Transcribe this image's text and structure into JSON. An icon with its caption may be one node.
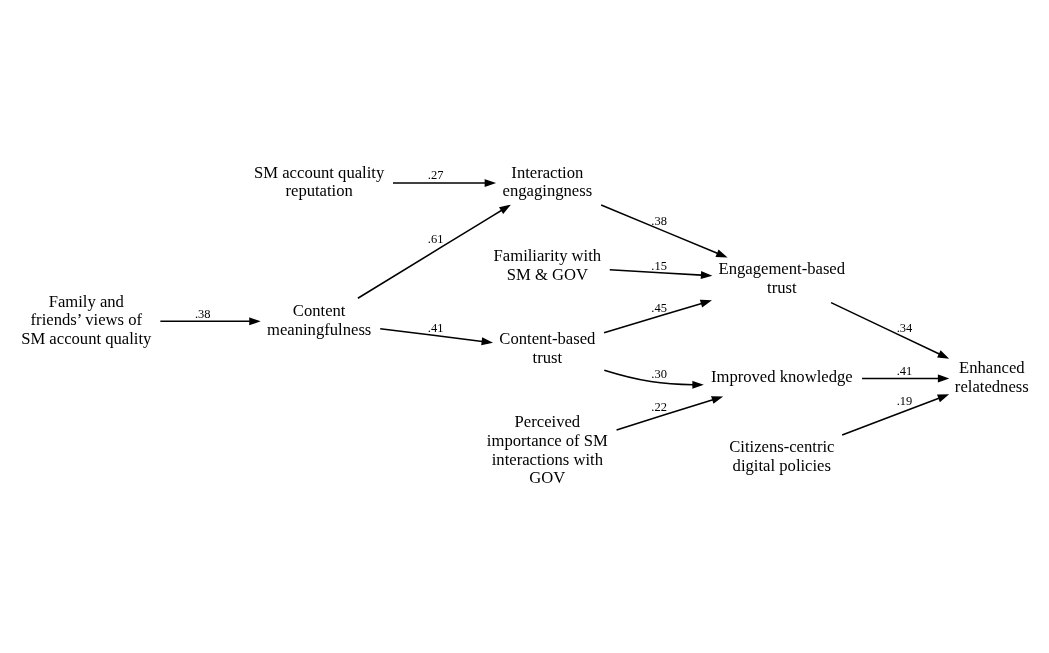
{
  "diagram": {
    "nodes": [
      {
        "text": [
          "Family and friends’ views of SM account quality"
        ]
      },
      {
        "text": [
          "Perceived importance of SM interactions with GOV"
        ]
      },
      {
        "text": [
          "Content meaningfulness"
        ]
      },
      {
        "text": [
          "Content-based trust"
        ]
      },
      {
        "text": [
          "Improved knowledge"
        ]
      },
      {
        "text": [
          "Interaction engagingness"
        ]
      },
      {
        "text": [
          "Engagement-based trust"
        ]
      },
      {
        "text": [
          "Enhanced relatedness"
        ]
      },
      {
        "text": [
          "SM account quality reputation"
        ]
      },
      {
        "text": [
          "Familiarity with SM & GOV"
        ]
      },
      {
        "text": [
          "Citizens-centric digital policies"
        ]
      }
    ],
    "edges": [
      {
        "from": 0,
        "to": 2,
        "arrow": "to",
        "label": ".38"
      },
      {
        "from": 1,
        "to": 4,
        "arrow": "to",
        "label": ".22"
      },
      {
        "from": 2,
        "to": 3,
        "arrow": "to",
        "label": ".41"
      },
      {
        "from": 3,
        "to": 4,
        "arrow": "to",
        "label": ".30"
      },
      {
        "from": 2,
        "to": 5,
        "arrow": "to",
        "label": ".61"
      },
      {
        "from": 3,
        "to": 6,
        "arrow": "to",
        "label": ".45"
      },
      {
        "from": 4,
        "to": 7,
        "arrow": "to",
        "label": ".41"
      },
      {
        "from": 5,
        "to": 6,
        "arrow": "to",
        "label": ".38"
      },
      {
        "from": 6,
        "to": 7,
        "arrow": "to",
        "label": ".34"
      },
      {
        "from": 8,
        "to": 5,
        "arrow": "to",
        "label": ".27"
      },
      {
        "from": 9,
        "to": 6,
        "arrow": "to",
        "label": ".15"
      },
      {
        "from": 10,
        "to": 7,
        "arrow": "to",
        "label": ".19"
      }
    ]
  }
}
